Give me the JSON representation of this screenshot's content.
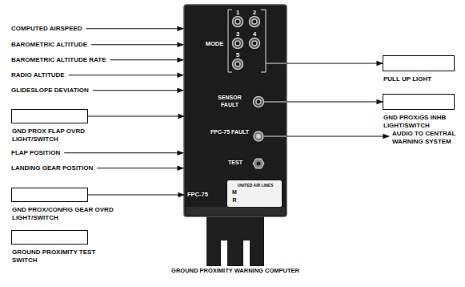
{
  "diagram": {
    "nodes": [
      {
        "text": [
          "GROUND PROXIMITY WARNING COMPUTER"
        ]
      },
      {
        "text": [
          "GND PROX FLAP OVRD LIGHT/SWITCH"
        ]
      },
      {
        "text": [
          "GND PROX/CONFIG GEAR OVRD LIGHT/SWITCH"
        ]
      },
      {
        "text": [
          "GROUND PROXIMITY TEST SWITCH"
        ]
      },
      {
        "text": [
          "PULL UP LIGHT"
        ]
      },
      {
        "text": [
          "GND PROX/GS INHB LIGHT/SWITCH"
        ]
      }
    ],
    "edges": [
      {
        "from": 1,
        "to": 0,
        "arrow": "to"
      },
      {
        "from": 2,
        "to": 0,
        "arrow": "to"
      },
      {
        "from": 0,
        "to": 4,
        "arrow": "to"
      },
      {
        "from": 0,
        "to": 5,
        "arrow": "to"
      }
    ],
    "labels": [
      "COMPUTED AIRSPEED",
      "BAROMETRIC ALTITUDE",
      "BAROMETRIC ALTITUDE RATE",
      "RADIO ALTITUDE",
      "GLIDESLOPE DEVIATION",
      "FLAP POSITION",
      "LANDING GEAR POSITION",
      "AUDIO TO CENTRAL WARNING SYSTEM",
      "1",
      "2",
      "MODE",
      "3",
      "4",
      "5",
      "SENSOR FAULT",
      "FPC-75 FAULT",
      "TEST",
      "FPC-75",
      "UNITED AIR LINES",
      "M",
      "R"
    ]
  }
}
